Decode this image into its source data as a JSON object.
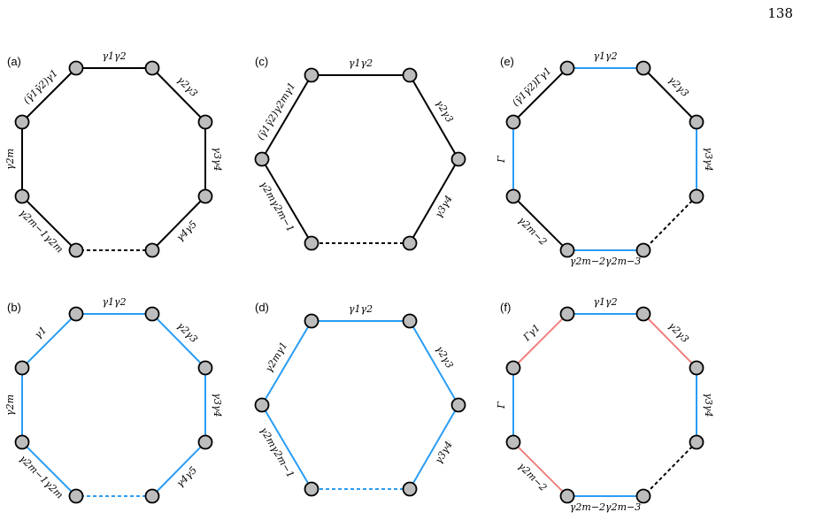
{
  "page_number": "138",
  "colors": {
    "black": "#000000",
    "blue": "#2a9df4",
    "red": "#f08080",
    "node_fill": "#bdbdbd"
  },
  "panels": [
    {
      "label": "(a)",
      "shape": "octagon",
      "style": [
        "k",
        "k",
        "k",
        "k",
        "kd",
        "k",
        "k",
        "k"
      ],
      "edge_labels": [
        "γ1γ2",
        "γ2γ3",
        "γ3γ4",
        "γ4γ5",
        "",
        "γ2m−1γ2m",
        "γ2m",
        "(γ̄1γ̄2)γ1"
      ]
    },
    {
      "label": "(b)",
      "shape": "octagon",
      "style": [
        "b",
        "b",
        "b",
        "b",
        "bd",
        "b",
        "b",
        "b"
      ],
      "edge_labels": [
        "γ1γ2",
        "γ2γ3",
        "γ3γ4",
        "γ4γ5",
        "",
        "γ2m−1γ2m",
        "γ2m",
        "γ1"
      ]
    },
    {
      "label": "(c)",
      "shape": "hexagon",
      "style": [
        "k",
        "k",
        "k",
        "kd",
        "k",
        "k"
      ],
      "edge_labels": [
        "γ1γ2",
        "γ2γ3",
        "γ3γ4",
        "",
        "γ2mγ2m−1",
        "(γ̄1γ̄2)γ2mγ1"
      ]
    },
    {
      "label": "(d)",
      "shape": "hexagon",
      "style": [
        "b",
        "b",
        "b",
        "bd",
        "b",
        "b"
      ],
      "edge_labels": [
        "γ1γ2",
        "γ2γ3",
        "γ3γ4",
        "",
        "γ2mγ2m−1",
        "γ2mγ1"
      ]
    },
    {
      "label": "(e)",
      "shape": "octagon",
      "style": [
        "b",
        "k",
        "b",
        "kd",
        "b",
        "k",
        "b",
        "k"
      ],
      "edge_labels": [
        "γ1γ2",
        "γ2γ3",
        "γ3γ4",
        "",
        "γ2m−2γ2m−3",
        "γ2m−2",
        "Γ",
        "(γ̄1γ̄2)Γγ1"
      ]
    },
    {
      "label": "(f)",
      "shape": "octagon",
      "style": [
        "b",
        "r",
        "b",
        "kd",
        "b",
        "r",
        "b",
        "r"
      ],
      "edge_labels": [
        "γ1γ2",
        "γ2γ3",
        "γ3γ4",
        "",
        "γ2m−2γ2m−3",
        "γ2m−2",
        "Γ",
        "Γγ1"
      ]
    }
  ]
}
